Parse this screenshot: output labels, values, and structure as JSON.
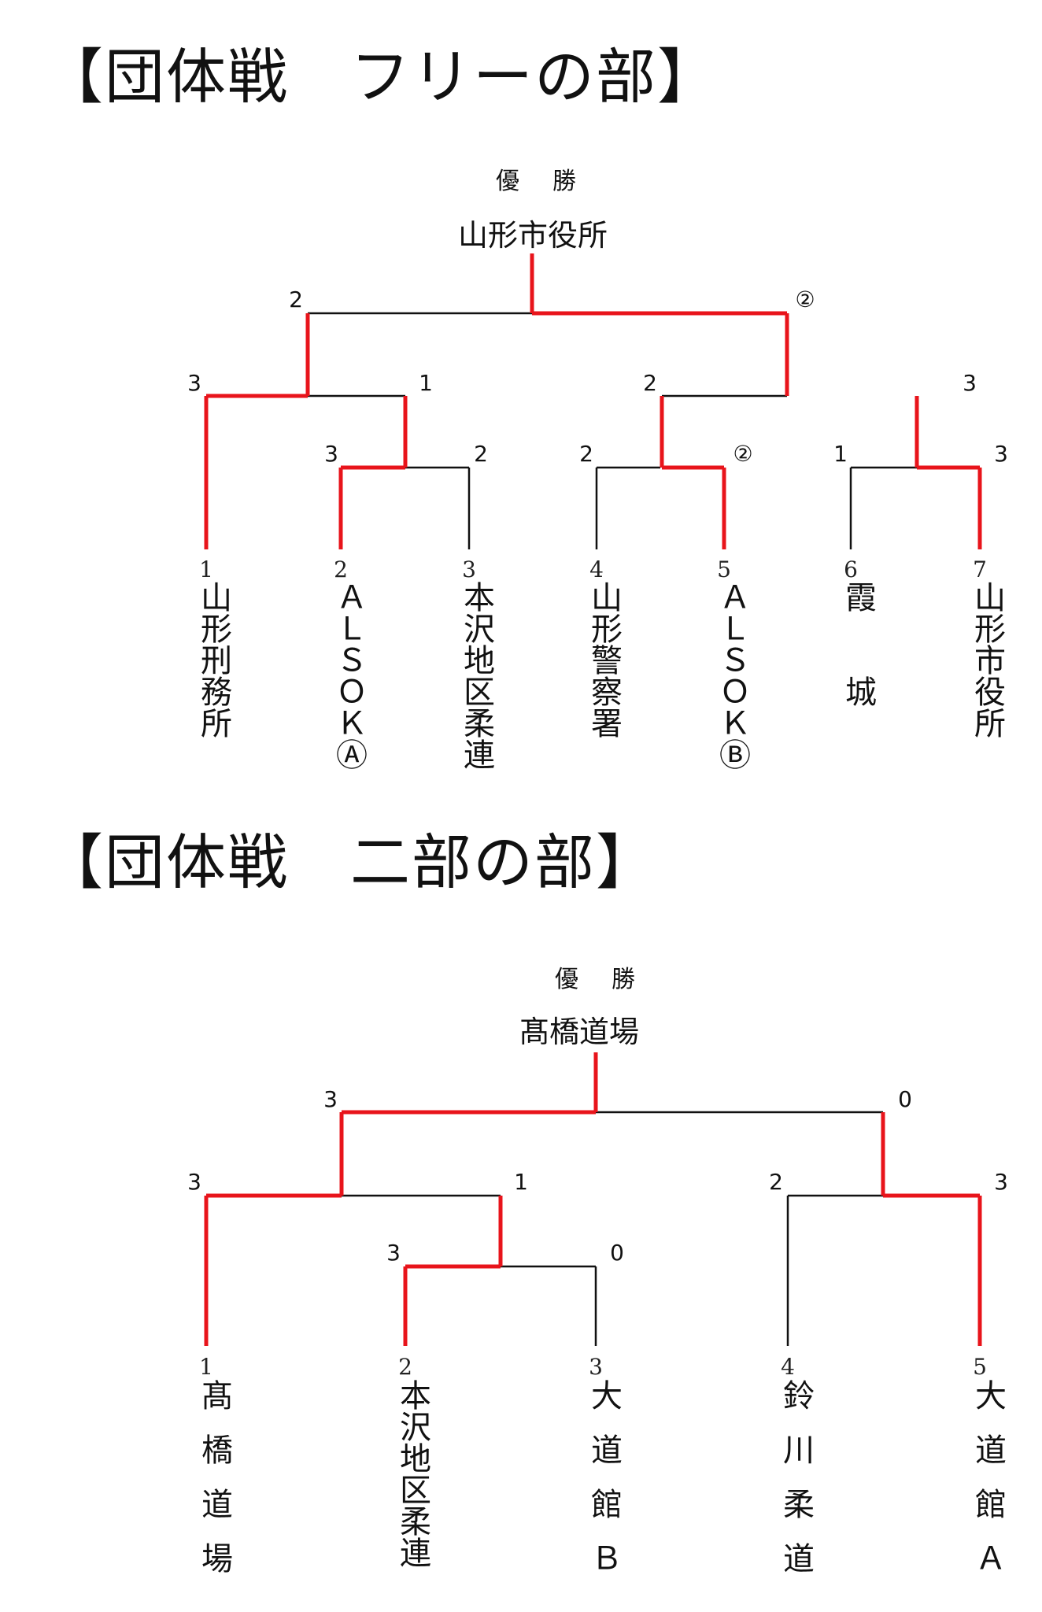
{
  "free": {
    "title": "【団体戦　フリーの部】",
    "champion_label": "優勝",
    "champion": "山形市役所",
    "teams": [
      {
        "seed": "1",
        "name": "山形刑務所"
      },
      {
        "seed": "2",
        "name": "ＡＬＳＯＫⒶ"
      },
      {
        "seed": "3",
        "name": "本沢地区柔連"
      },
      {
        "seed": "4",
        "name": "山形警察署"
      },
      {
        "seed": "5",
        "name": "ＡＬＳＯＫⒷ"
      },
      {
        "seed": "6",
        "name": "霞　　城"
      },
      {
        "seed": "7",
        "name": "山形市役所"
      }
    ],
    "scores": {
      "r1_2v3": [
        "3",
        "2"
      ],
      "r1_4v5": [
        "2",
        "②"
      ],
      "r1_6v7": [
        "1",
        "3"
      ],
      "r2_1v23": [
        "3",
        "1"
      ],
      "r2_45v67": [
        "2",
        "3"
      ],
      "final": [
        "2",
        "②"
      ]
    }
  },
  "second": {
    "title": "【団体戦　二部の部】",
    "champion_label": "優勝",
    "champion": "髙橋道場",
    "teams": [
      {
        "seed": "1",
        "name": "髙橋道場"
      },
      {
        "seed": "2",
        "name": "本沢地区柔連"
      },
      {
        "seed": "3",
        "name": "大道館Ｂ"
      },
      {
        "seed": "4",
        "name": "鈴川柔道"
      },
      {
        "seed": "5",
        "name": "大道館Ａ"
      }
    ],
    "scores": {
      "r1_2v3": [
        "3",
        "0"
      ],
      "r1_4v5": [
        "2",
        "3"
      ],
      "r2_1v23": [
        "3",
        "1"
      ],
      "final": [
        "3",
        "0"
      ]
    }
  },
  "colors": {
    "winner_line": "#e8141b",
    "line": "#111111"
  }
}
